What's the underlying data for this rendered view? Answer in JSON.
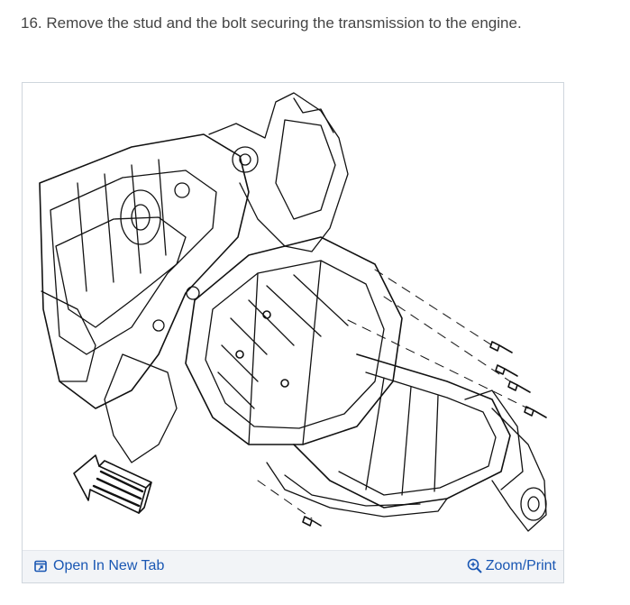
{
  "step": {
    "title": "16. Remove the stud and the bolt securing the transmission to the engine."
  },
  "figure": {
    "open_link": {
      "label": "Open In New Tab",
      "icon": "open-new-tab-icon"
    },
    "zoom_link": {
      "label": "Zoom/Print",
      "icon": "zoom-in-icon"
    },
    "link_color": "#1a57b3",
    "footer_color": "#f2f4f7"
  }
}
